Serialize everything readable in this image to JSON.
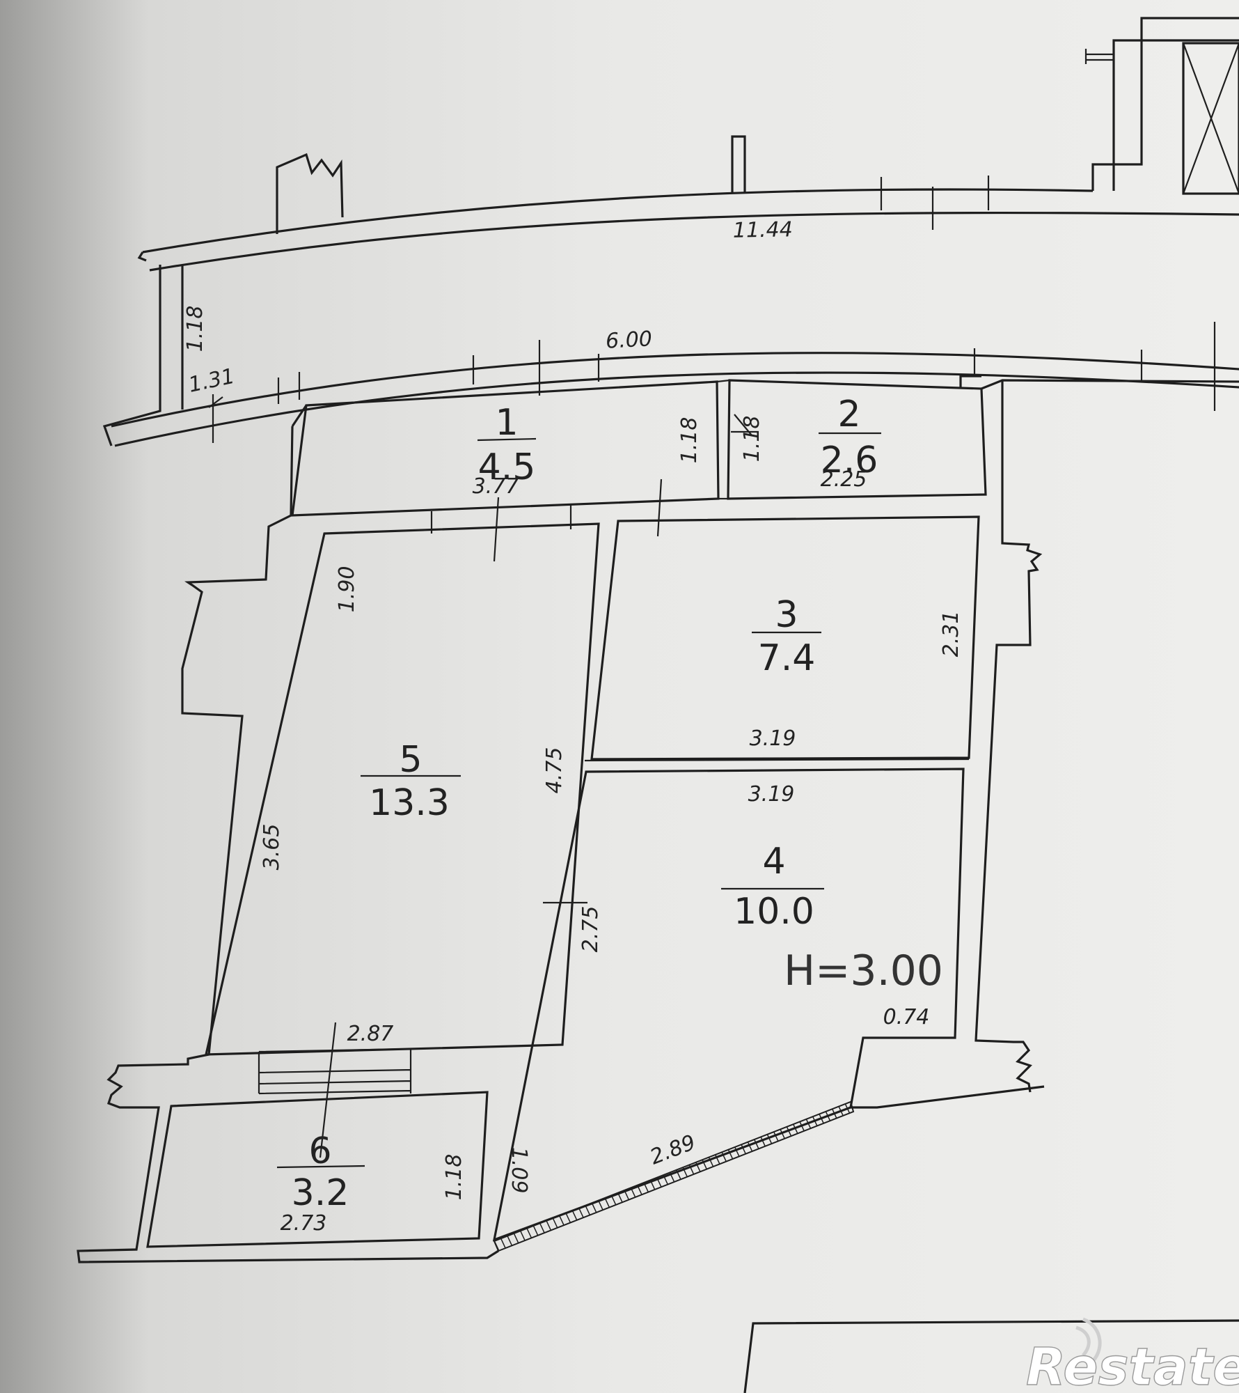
{
  "plan": {
    "rooms": [
      {
        "id": "1",
        "area": "4.5",
        "width": "3.77"
      },
      {
        "id": "2",
        "area": "2.6",
        "width": "2.25"
      },
      {
        "id": "3",
        "area": "7.4"
      },
      {
        "id": "4",
        "area": "10.0"
      },
      {
        "id": "5",
        "area": "13.3"
      },
      {
        "id": "6",
        "area": "3.2",
        "width": "2.73"
      }
    ],
    "dimensions": {
      "top_outer": "11.44",
      "top_inner": "6.00",
      "left_wall_a": "1.18",
      "left_wall_b": "1.31",
      "room1_door": "1.18",
      "room2_door": "1.18",
      "room5_top": "1.90",
      "room5_left": "3.65",
      "room5_mid": "4.75",
      "room5_bottom": "2.87",
      "room3_right": "2.31",
      "room3_bottom": "3.19",
      "room4_top": "3.19",
      "room4_left": "2.75",
      "room4_corner": "0.74",
      "room6_right": "1.18",
      "room6_left2": "1.09",
      "bay_diagonal": "2.89"
    },
    "ceiling_height": "H=3.00"
  },
  "watermark": {
    "text": "Restate"
  },
  "colors": {
    "paper": "#ececea",
    "ink": "#1e1e1e",
    "shadow": "#8a8a88"
  }
}
